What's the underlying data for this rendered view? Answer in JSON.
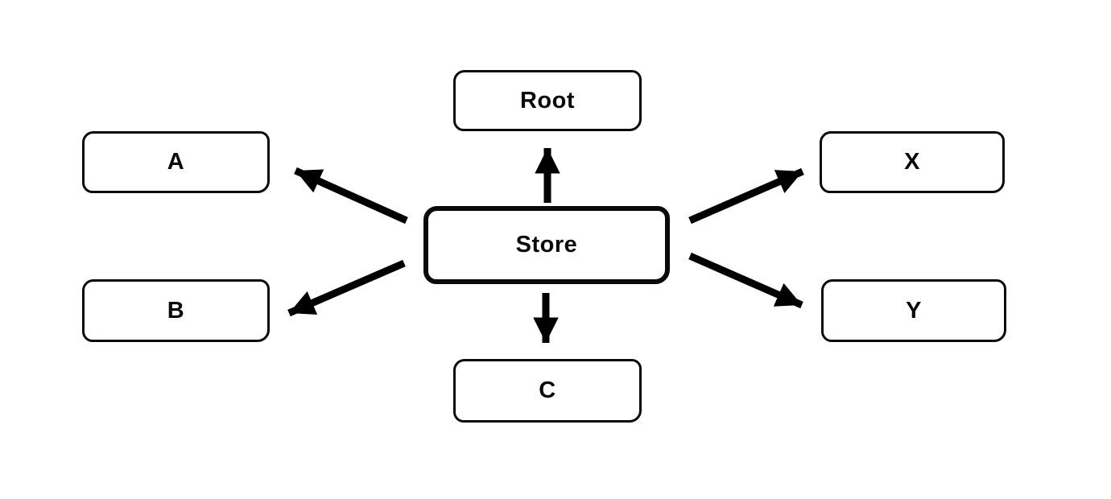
{
  "diagram": {
    "background_color": "#ffffff",
    "stroke_color": "#000000",
    "nodes": {
      "root": {
        "label": "Root"
      },
      "a": {
        "label": "A"
      },
      "x": {
        "label": "X"
      },
      "store": {
        "label": "Store"
      },
      "b": {
        "label": "B"
      },
      "y": {
        "label": "Y"
      },
      "c": {
        "label": "C"
      }
    },
    "edges": [
      {
        "from": "Store",
        "to": "Root"
      },
      {
        "from": "Store",
        "to": "A"
      },
      {
        "from": "Store",
        "to": "X"
      },
      {
        "from": "Store",
        "to": "B"
      },
      {
        "from": "Store",
        "to": "Y"
      },
      {
        "from": "Store",
        "to": "C"
      }
    ]
  }
}
